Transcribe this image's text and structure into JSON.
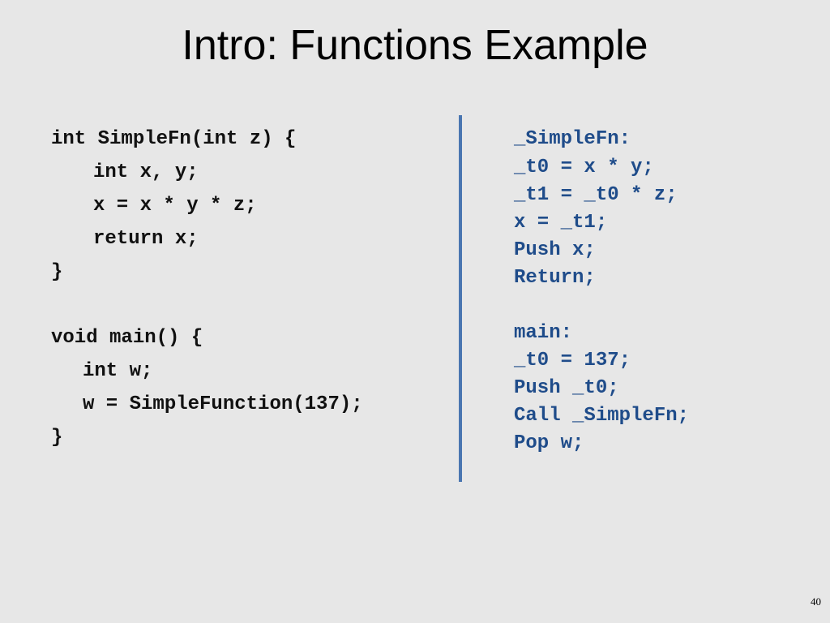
{
  "slide": {
    "title": "Intro: Functions Example",
    "page_number": "40"
  },
  "source_code": {
    "lines": [
      "int SimpleFn(int z) {",
      "int x, y;",
      "x = x * y * z;",
      "return x;",
      "}",
      "void main() {",
      "int w;",
      "w = SimpleFunction(137);",
      "}"
    ]
  },
  "ir_code": {
    "lines": [
      "_SimpleFn:",
      "_t0 = x * y;",
      "_t1 = _t0 * z;",
      "x = _t1;",
      "Push x;",
      "Return;",
      "main:",
      "_t0 = 137;",
      "Push _t0;",
      "Call _SimpleFn;",
      "Pop w;"
    ]
  },
  "colors": {
    "background": "#e7e7e7",
    "source_text": "#111111",
    "ir_text": "#1f4c8a",
    "divider": "#4a76b1"
  }
}
